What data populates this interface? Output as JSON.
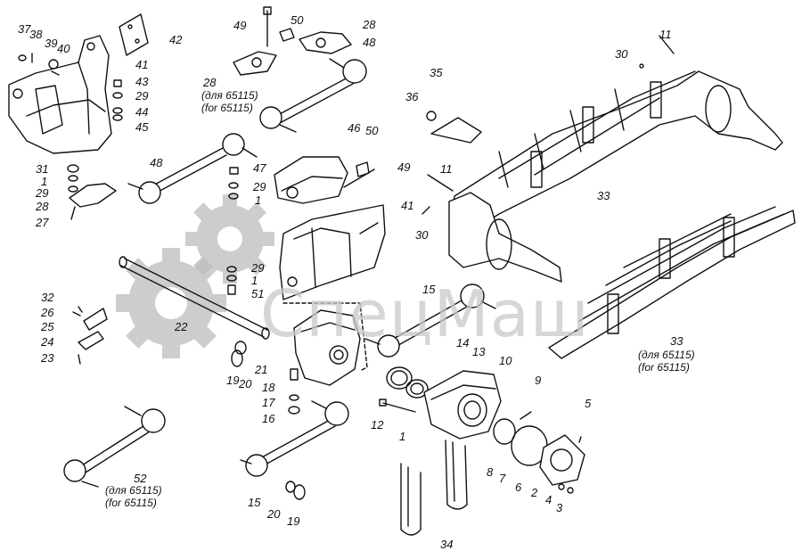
{
  "watermark": {
    "text": "СпецМаш",
    "gear_color": "#bdbdbd"
  },
  "colors": {
    "ink": "#111111",
    "watermark": "#c9c9c9"
  },
  "notes": {
    "for_65115": "(для 65115)\n(for 65115)"
  },
  "labels": {
    "l37": "37",
    "l38": "38",
    "l39": "39",
    "l40": "40",
    "l42": "42",
    "l41a": "41",
    "l43": "43",
    "l29a": "29",
    "l44": "44",
    "l45": "45",
    "l31": "31",
    "l1a": "1",
    "l29b": "29",
    "l28a": "28",
    "l27": "27",
    "l49a": "49",
    "l50a": "50",
    "l28b": "28",
    "l48a": "48",
    "l28c": "28",
    "l48b": "48",
    "l47": "47",
    "l29c": "29",
    "l1b": "1",
    "l46": "46",
    "l50b": "50",
    "l49b": "49",
    "l41b": "41",
    "l35": "35",
    "l36": "36",
    "l11": "11",
    "l30a": "30",
    "l30b": "30",
    "l33a": "33",
    "l33b": "33",
    "l29d": "29",
    "l1c": "1",
    "l51": "51",
    "l22": "22",
    "l32": "32",
    "l26": "26",
    "l25": "25",
    "l24": "24",
    "l23": "23",
    "l15a": "15",
    "l14": "14",
    "l13": "13",
    "l10": "10",
    "l21": "21",
    "l19a": "19",
    "l20a": "20",
    "l18": "18",
    "l17": "17",
    "l16": "16",
    "l12": "12",
    "l1d": "1",
    "l9": "9",
    "l5": "5",
    "l8": "8",
    "l7": "7",
    "l6": "6",
    "l2": "2",
    "l4": "4",
    "l3": "3",
    "l52": "52",
    "l15b": "15",
    "l20b": "20",
    "l19b": "19",
    "l34": "34"
  }
}
